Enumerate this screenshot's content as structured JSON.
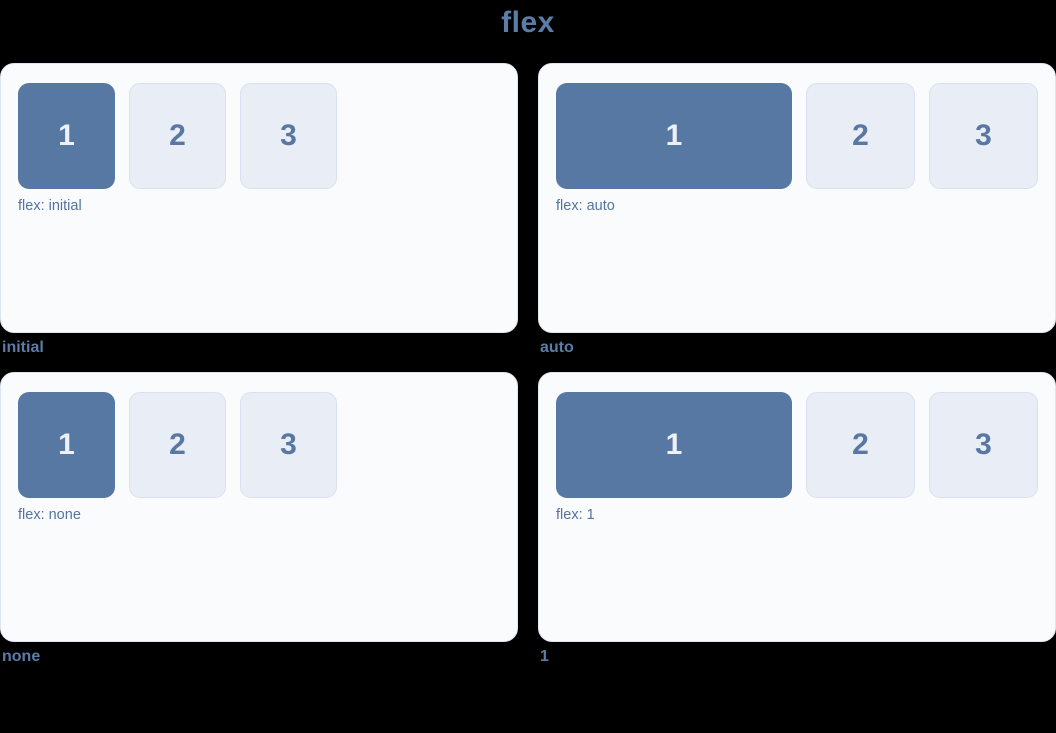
{
  "page": {
    "title": "flex",
    "background_color": "#000000"
  },
  "colors": {
    "title_text": "#5b7ea9",
    "card_background": "#fafbfd",
    "card_border": "#dfe5f0",
    "active_box_background": "#5878a4",
    "active_box_text": "#eef2f8",
    "plain_box_background": "#e9edf5",
    "plain_box_border": "#dae1ee",
    "plain_box_text": "#5878a3",
    "flex_label_text": "#54739e",
    "caption_text": "#5b7ca6"
  },
  "panels": [
    {
      "caption": "initial",
      "flex_label": "flex: initial",
      "flex_value": "initial",
      "first_item_stretched": false,
      "boxes": [
        "1",
        "2",
        "3"
      ]
    },
    {
      "caption": "auto",
      "flex_label": "flex: auto",
      "flex_value": "auto",
      "first_item_stretched": true,
      "boxes": [
        "1",
        "2",
        "3"
      ]
    },
    {
      "caption": "none",
      "flex_label": "flex: none",
      "flex_value": "none",
      "first_item_stretched": false,
      "boxes": [
        "1",
        "2",
        "3"
      ]
    },
    {
      "caption": "1",
      "flex_label": "flex: 1",
      "flex_value": "1",
      "first_item_stretched": true,
      "boxes": [
        "1",
        "2",
        "3"
      ]
    }
  ]
}
